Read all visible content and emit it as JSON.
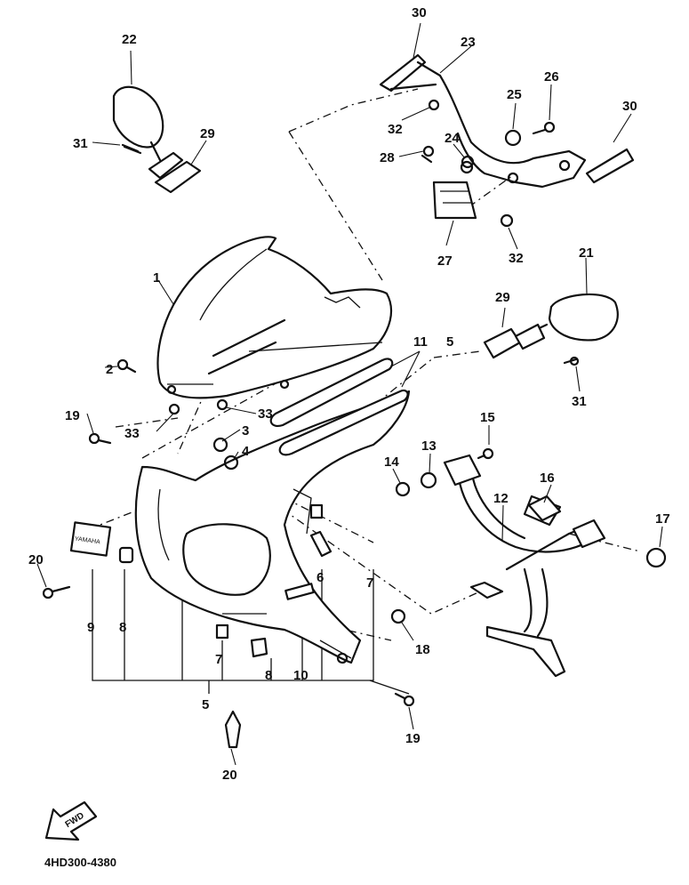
{
  "diagram": {
    "code": "4HD300-4380",
    "fwd_label": "FWD",
    "yamaha_decal": "YAMAHA"
  },
  "callouts": {
    "c1": "1",
    "c2": "2",
    "c3": "3",
    "c4": "4",
    "c5a": "5",
    "c5b": "5",
    "c6": "6",
    "c7a": "7",
    "c7b": "7",
    "c8a": "8",
    "c8b": "8",
    "c9": "9",
    "c10": "10",
    "c11": "11",
    "c12": "12",
    "c13": "13",
    "c14": "14",
    "c15": "15",
    "c16": "16",
    "c17": "17",
    "c18": "18",
    "c19a": "19",
    "c19b": "19",
    "c20a": "20",
    "c20b": "20",
    "c21": "21",
    "c22": "22",
    "c23": "23",
    "c24": "24",
    "c25": "25",
    "c26": "26",
    "c27": "27",
    "c28": "28",
    "c29a": "29",
    "c29b": "29",
    "c30a": "30",
    "c30b": "30",
    "c31a": "31",
    "c31b": "31",
    "c32a": "32",
    "c32b": "32",
    "c33a": "33",
    "c33b": "33"
  }
}
